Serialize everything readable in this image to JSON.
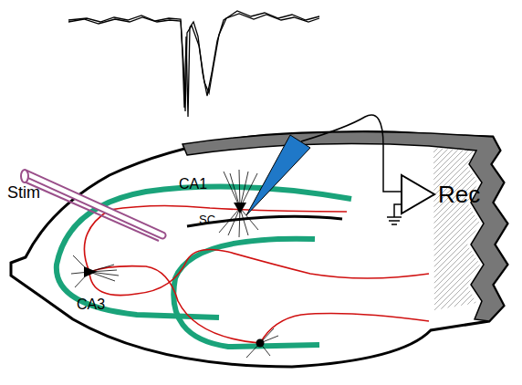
{
  "diagram": {
    "labels": [
      "Stim",
      "CA1",
      "SC",
      "CA3",
      "Rec"
    ]
  }
}
